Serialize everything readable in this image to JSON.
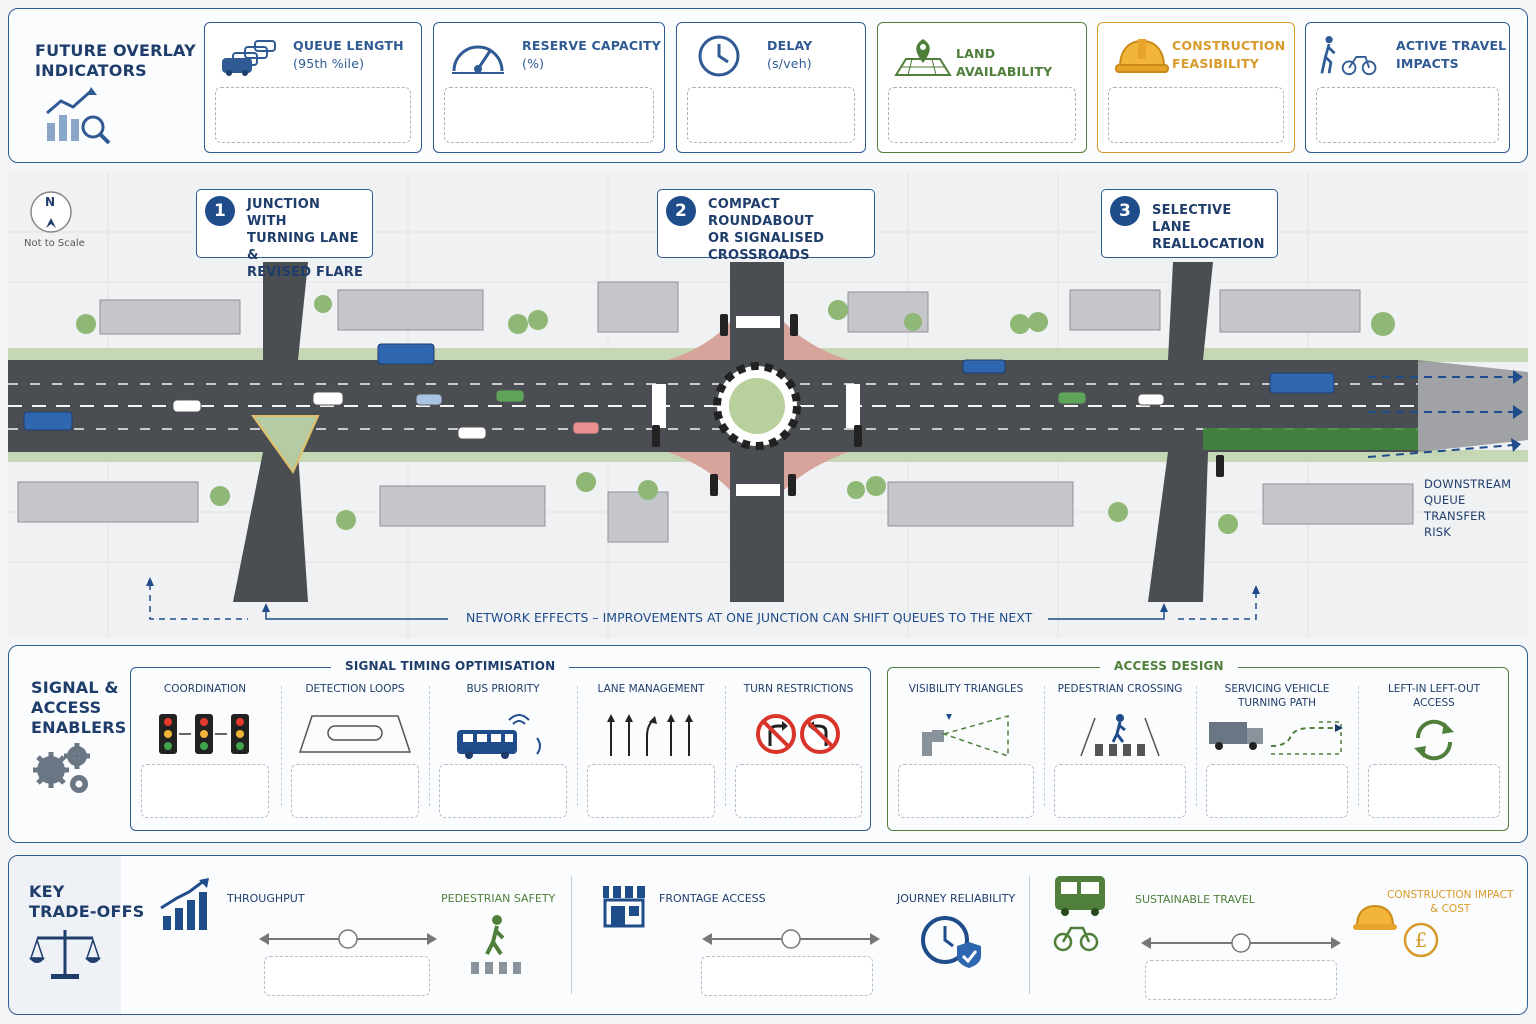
{
  "top": {
    "title_line1": "FUTURE OVERLAY",
    "title_line2": "INDICATORS",
    "indicators": [
      {
        "line1": "QUEUE LENGTH",
        "line2": "(95th %ile)",
        "color": "#2f5a93"
      },
      {
        "line1": "RESERVE CAPACITY",
        "line2": "(%)",
        "color": "#2f5a93"
      },
      {
        "line1": "DELAY",
        "line2": "(s/veh)",
        "color": "#2f5a93"
      },
      {
        "line1": "LAND AVAILABILITY",
        "line2": "",
        "color": "#4f7f3a"
      },
      {
        "line1": "CONSTRUCTION",
        "line2": "FEASIBILITY",
        "color": "#d89a2b"
      },
      {
        "line1": "ACTIVE TRAVEL",
        "line2": "IMPACTS",
        "color": "#2f5a93"
      }
    ]
  },
  "map": {
    "north": "N",
    "scale_note": "Not to Scale",
    "options": [
      {
        "num": "1",
        "line1": "JUNCTION WITH",
        "line2": "TURNING LANE &",
        "line3": "REVISED FLARE"
      },
      {
        "num": "2",
        "line1": "COMPACT ROUNDABOUT",
        "line2": "OR SIGNALISED",
        "line3": "CROSSROADS"
      },
      {
        "num": "3",
        "line1": "SELECTIVE LANE",
        "line2": "REALLOCATION",
        "line3": ""
      }
    ],
    "downstream_line1": "DOWNSTREAM",
    "downstream_line2": "QUEUE TRANSFER",
    "downstream_line3": "RISK",
    "network_effects": "NETWORK EFFECTS – IMPROVEMENTS AT ONE JUNCTION CAN SHIFT QUEUES TO THE NEXT"
  },
  "enablers": {
    "title_line1": "SIGNAL &",
    "title_line2": "ACCESS",
    "title_line3": "ENABLERS",
    "signal_group": "SIGNAL TIMING OPTIMISATION",
    "access_group": "ACCESS DESIGN",
    "signal_tools": [
      {
        "line1": "COORDINATION",
        "line2": ""
      },
      {
        "line1": "DETECTION LOOPS",
        "line2": ""
      },
      {
        "line1": "BUS PRIORITY",
        "line2": ""
      },
      {
        "line1": "LANE MANAGEMENT",
        "line2": ""
      },
      {
        "line1": "TURN RESTRICTIONS",
        "line2": ""
      }
    ],
    "access_tools": [
      {
        "line1": "VISIBILITY TRIANGLES",
        "line2": ""
      },
      {
        "line1": "PEDESTRIAN CROSSING",
        "line2": ""
      },
      {
        "line1": "SERVICING VEHICLE",
        "line2": "TURNING PATH"
      },
      {
        "line1": "LEFT-IN LEFT-OUT",
        "line2": "ACCESS"
      }
    ],
    "colors": {
      "signal": "#2f5a93",
      "access": "#4f7f3a"
    }
  },
  "tradeoffs": {
    "title_line1": "KEY",
    "title_line2": "TRADE-OFFS",
    "pairs": [
      {
        "left": "THROUGHPUT",
        "right": "PEDESTRIAN SAFETY",
        "level": 0.5
      },
      {
        "left": "FRONTAGE ACCESS",
        "right": "JOURNEY RELIABILITY",
        "level": 0.5
      },
      {
        "left": "SUSTAINABLE TRAVEL",
        "right_line1": "CONSTRUCTION IMPACT",
        "right_line2": "& COST",
        "level": 0.5
      }
    ],
    "colors": {
      "blue": "#2f5a93",
      "green": "#4f7f3a",
      "orange": "#d89a2b"
    }
  }
}
